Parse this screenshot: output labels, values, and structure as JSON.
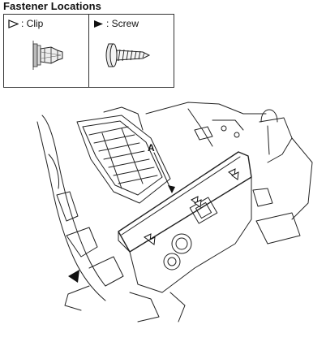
{
  "title": "Fastener Locations",
  "legend": {
    "clip": {
      "label": ": Clip",
      "icon": "hollow-triangle-icon"
    },
    "screw": {
      "label": ": Screw",
      "icon": "solid-triangle-icon"
    }
  },
  "callout": {
    "label": "A"
  }
}
